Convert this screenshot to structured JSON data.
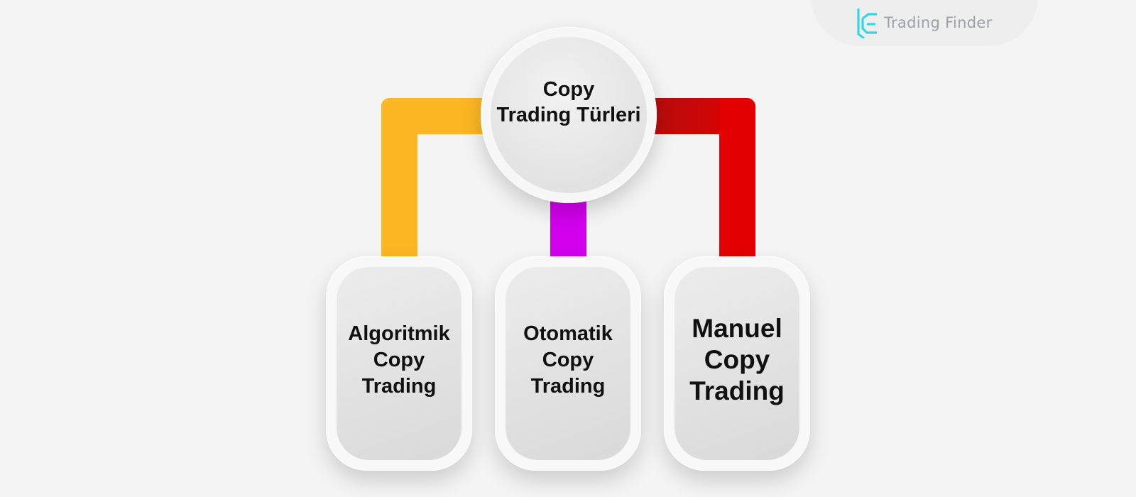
{
  "brand": {
    "name": "Trading Finder",
    "logo_color": "#35d6e3"
  },
  "diagram": {
    "root": {
      "label": "Copy\nTrading Türleri"
    },
    "children": [
      {
        "label": "Algoritmik\nCopy\nTrading",
        "connector_color": "#fbb623"
      },
      {
        "label": "Otomatik\nCopy\nTrading",
        "connector_color": "#d100ec"
      },
      {
        "label": "Manuel\nCopy\nTrading",
        "connector_color": "#e30000"
      }
    ]
  }
}
